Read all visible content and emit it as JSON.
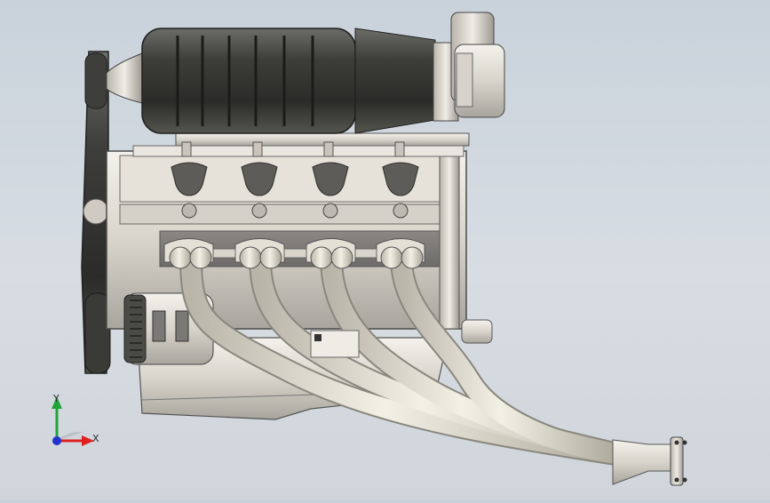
{
  "viewport": {
    "subject": "engine-assembly-model",
    "background_top": "#c9d2db",
    "background_bottom": "#d7dde3"
  },
  "triad": {
    "x_label": "X",
    "y_label": "Y",
    "x_color": "#e02020",
    "y_color": "#1fa43a",
    "z_color": "#2233cc"
  },
  "icons": [
    "axis-triad-icon"
  ]
}
